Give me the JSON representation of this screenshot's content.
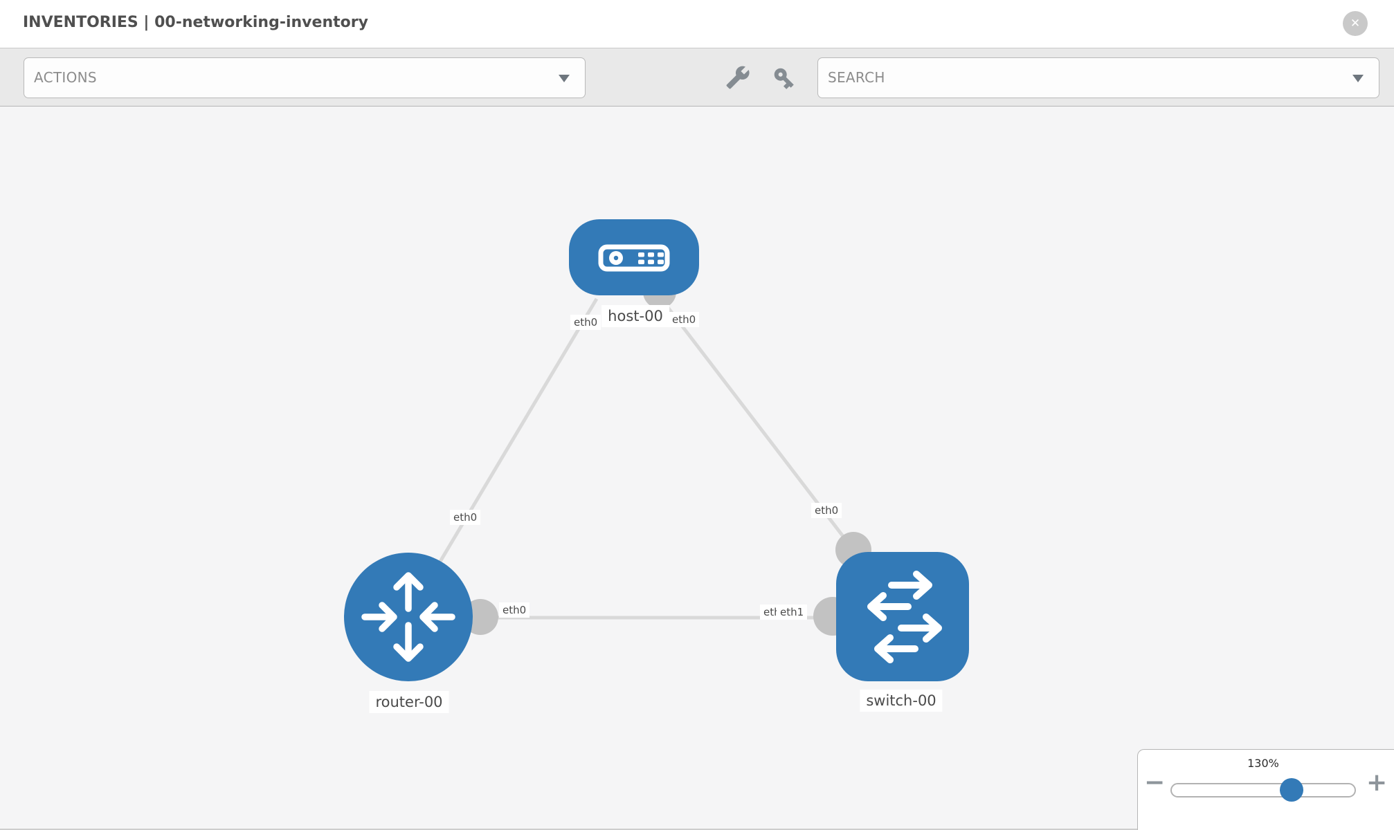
{
  "header": {
    "title": "INVENTORIES | 00-networking-inventory",
    "close_glyph": "✕"
  },
  "toolbar": {
    "actions_label": "ACTIONS",
    "search_placeholder": "SEARCH"
  },
  "topology": {
    "nodes": [
      {
        "label": "host-00",
        "type": "host",
        "icon": "server-icon"
      },
      {
        "label": "router-00",
        "type": "router",
        "icon": "router-arrows-icon"
      },
      {
        "label": "switch-00",
        "type": "switch",
        "icon": "switch-arrows-icon"
      }
    ],
    "links": [
      {
        "source": "host-00",
        "target": "router-00",
        "source_interface": "eth0",
        "target_interface": "eth0"
      },
      {
        "source": "host-00",
        "target": "switch-00",
        "source_interface": "eth0",
        "target_interface": "eth0"
      },
      {
        "source": "router-00",
        "target": "switch-00",
        "source_interface": "eth0",
        "target_interface": "eth1"
      }
    ]
  },
  "zoom_control": {
    "level_label": "130%",
    "value_percent": 130,
    "minus_glyph": "−",
    "plus_glyph": "+"
  },
  "colors": {
    "node_fill": "#337ab7",
    "link_stroke": "#d9d9d9",
    "connector_fill": "#c2c2c2"
  }
}
